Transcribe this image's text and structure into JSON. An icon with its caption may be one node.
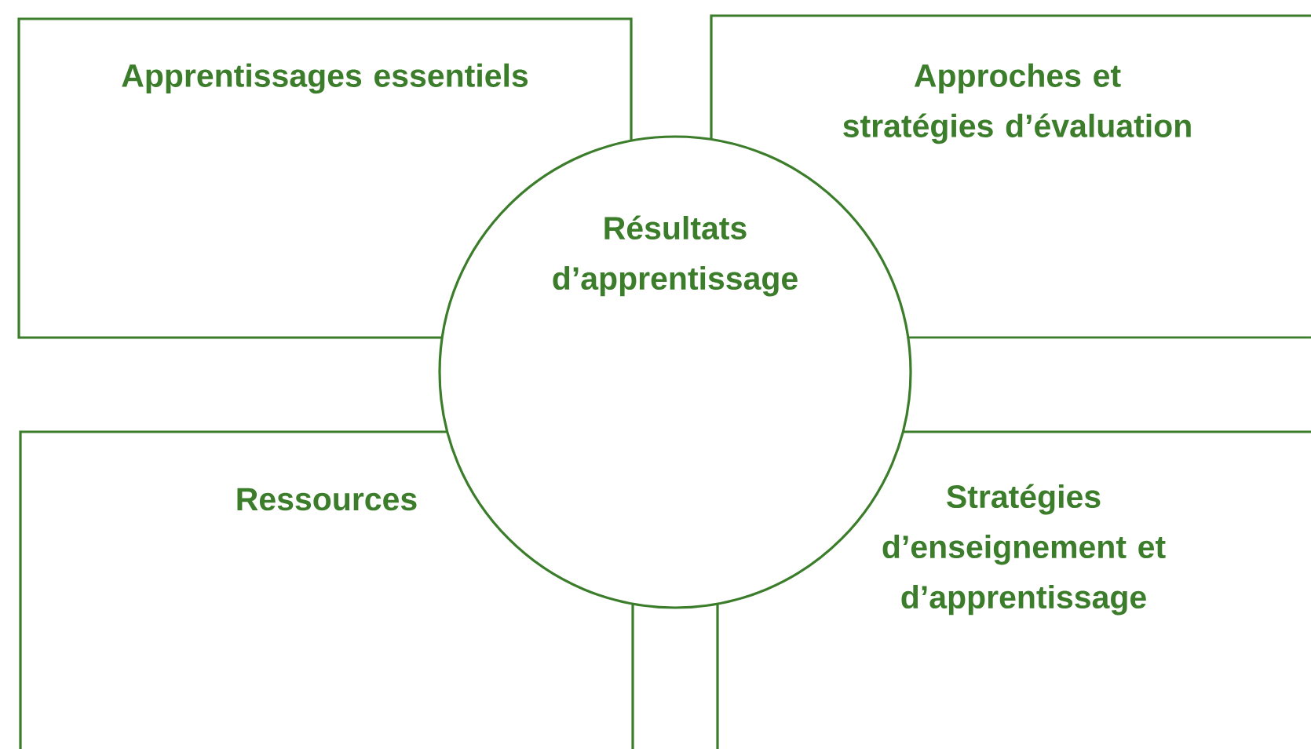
{
  "diagram": {
    "nodes": [
      {
        "text": [
          "Apprentissages essentiels"
        ]
      },
      {
        "text": [
          "Approches et stratégies d’évaluation"
        ]
      },
      {
        "text": [
          "Résultats d’apprentissage"
        ]
      },
      {
        "text": [
          "Ressources"
        ]
      },
      {
        "text": [
          "Stratégies d’enseignement et d’apprentissage"
        ]
      }
    ]
  }
}
